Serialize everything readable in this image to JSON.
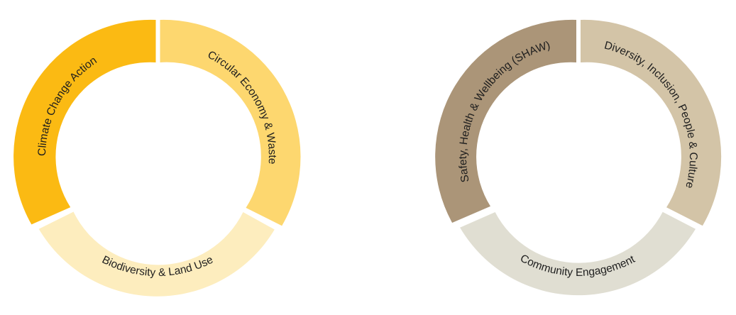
{
  "rings": [
    {
      "segments": [
        {
          "label": "Climate Change Action",
          "color": "#FBBA13"
        },
        {
          "label": "Circular Economy & Waste",
          "color": "#FDD76F"
        },
        {
          "label": "Biodiversity & Land Use",
          "color": "#FDEDBE"
        }
      ]
    },
    {
      "segments": [
        {
          "label": "Safety, Health & Wellbeing (SHAW)",
          "color": "#AB9578"
        },
        {
          "label": "Diversity, Inclusion, People & Culture",
          "color": "#D3C4A7"
        },
        {
          "label": "Community Engagement",
          "color": "#E0DED2"
        }
      ]
    }
  ]
}
